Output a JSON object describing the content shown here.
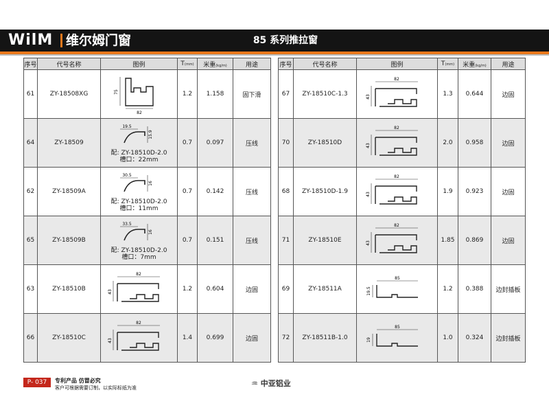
{
  "header": {
    "logo": "WilM",
    "brand": "维尔姆门窗",
    "title": "85 系列推拉窗"
  },
  "columns": {
    "seq": "序号",
    "code": "代号名称",
    "drawing": "图例",
    "thickness": "T",
    "thickness_unit": "(mm)",
    "weight": "米重",
    "weight_unit": "(kg/m)",
    "usage": "用途"
  },
  "left_rows": [
    {
      "seq": "61",
      "code": "ZY-18508XG",
      "t": "1.2",
      "w": "1.158",
      "use": "固下滑",
      "dims": [
        "75",
        "82"
      ],
      "notes": []
    },
    {
      "seq": "64",
      "code": "ZY-18509",
      "t": "0.7",
      "w": "0.097",
      "use": "压线",
      "dims": [
        "19.5",
        "15.9"
      ],
      "notes": [
        "配: ZY-18510D-2.0",
        "槽口：22mm"
      ]
    },
    {
      "seq": "62",
      "code": "ZY-18509A",
      "t": "0.7",
      "w": "0.142",
      "use": "压线",
      "dims": [
        "30.5",
        "16"
      ],
      "notes": [
        "配: ZY-18510D-2.0",
        "槽口：11mm"
      ]
    },
    {
      "seq": "65",
      "code": "ZY-18509B",
      "t": "0.7",
      "w": "0.151",
      "use": "压线",
      "dims": [
        "33.5",
        "16"
      ],
      "notes": [
        "配: ZY-18510D-2.0",
        "槽口：7mm"
      ]
    },
    {
      "seq": "63",
      "code": "ZY-18510B",
      "t": "1.2",
      "w": "0.604",
      "use": "边固",
      "dims": [
        "82",
        "43"
      ],
      "notes": []
    },
    {
      "seq": "66",
      "code": "ZY-18510C",
      "t": "1.4",
      "w": "0.699",
      "use": "边固",
      "dims": [
        "82",
        "43"
      ],
      "notes": []
    }
  ],
  "right_rows": [
    {
      "seq": "67",
      "code": "ZY-18510C-1.3",
      "t": "1.3",
      "w": "0.644",
      "use": "边固",
      "dims": [
        "82",
        "43"
      ],
      "notes": []
    },
    {
      "seq": "70",
      "code": "ZY-18510D",
      "t": "2.0",
      "w": "0.958",
      "use": "边固",
      "dims": [
        "82",
        "43"
      ],
      "notes": []
    },
    {
      "seq": "68",
      "code": "ZY-18510D-1.9",
      "t": "1.9",
      "w": "0.923",
      "use": "边固",
      "dims": [
        "82",
        "43"
      ],
      "notes": []
    },
    {
      "seq": "71",
      "code": "ZY-18510E",
      "t": "1.85",
      "w": "0.869",
      "use": "边固",
      "dims": [
        "82",
        "43"
      ],
      "notes": []
    },
    {
      "seq": "69",
      "code": "ZY-18511A",
      "t": "1.2",
      "w": "0.388",
      "use": "边封插板",
      "dims": [
        "85",
        "19.5"
      ],
      "notes": []
    },
    {
      "seq": "72",
      "code": "ZY-18511B-1.0",
      "t": "1.0",
      "w": "0.324",
      "use": "边封插板",
      "dims": [
        "85",
        "19"
      ],
      "notes": []
    }
  ],
  "footer": {
    "page": "P- 037",
    "line1": "专利产品  仿冒必究",
    "line2": "客户可根据需要订制，以实际标纸为准",
    "company": "中亚铝业"
  }
}
